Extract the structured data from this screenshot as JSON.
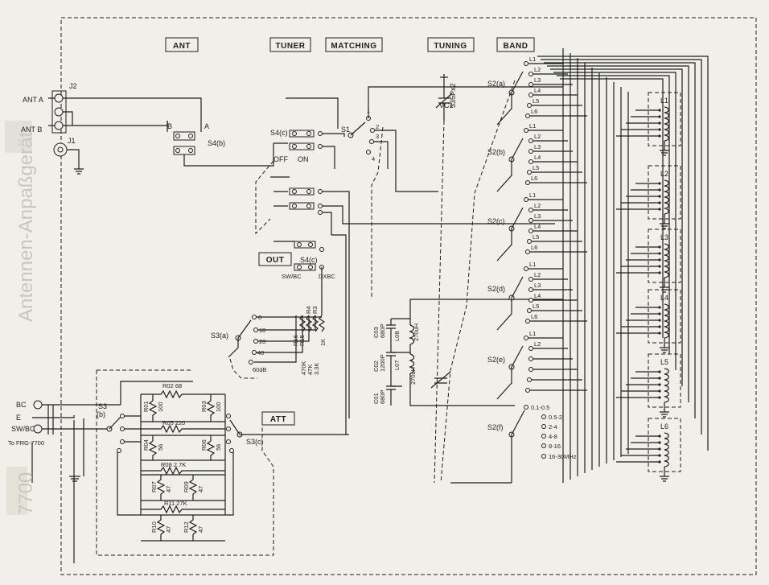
{
  "sections": {
    "ant": "ANT",
    "tuner": "TUNER",
    "matching": "MATCHING",
    "tuning": "TUNING",
    "band": "BAND",
    "out": "OUT",
    "att": "ATT"
  },
  "connectors": {
    "ant_a": "ANT A",
    "ant_b": "ANT B",
    "j1": "J1",
    "j2": "J2",
    "bc": "BC",
    "e": "E",
    "sw_bc": "SW/BC",
    "to_frg": "To FRG-7700"
  },
  "switches": {
    "s4b": "S4(b)",
    "s4c_top": "S4(c)",
    "s4c_out": "S4(c)",
    "s1": "S1",
    "s3a": "S3(a)",
    "s3b": "S3",
    "s3b_sub": "(b)",
    "s3c": "S3(c)",
    "s2a": "S2(a)",
    "s2b": "S2(b)",
    "s2c": "S2(c)",
    "s2d": "S2(d)",
    "s2e": "S2(e)",
    "s2f": "S2(f)",
    "off": "OFF",
    "on": "ON",
    "b": "B",
    "a": "A",
    "sw_bc_pos": "SW/BC",
    "dxbc_pos": "DXBC"
  },
  "s1_positions": [
    "1",
    "2",
    "3",
    "4"
  ],
  "att_positions": [
    "0",
    "10",
    "20",
    "40",
    "60dB"
  ],
  "att_resistors_top": [
    {
      "ref": "R3",
      "val": "1K"
    },
    {
      "ref": "R4",
      "val": "3.3K"
    },
    {
      "ref": "R15",
      "val": "47K"
    },
    {
      "ref": "R16",
      "val": "470K"
    }
  ],
  "att_network": {
    "r02": "R02 68",
    "r01_ref": "R01",
    "r01_val": "100",
    "r03_ref": "R03",
    "r03_val": "100",
    "r05": "R05 220",
    "r04_ref": "R04",
    "r04_val": "56",
    "r06_ref": "R06",
    "r06_val": "56",
    "r08": "R08 2.7K",
    "r07_ref": "R07",
    "r07_val": "47",
    "r09_ref": "R09",
    "r09_val": "47",
    "r11": "R11 27K",
    "r10_ref": "R10",
    "r10_val": "47",
    "r12_ref": "R12",
    "r12_val": "47"
  },
  "tuning": {
    "vc1_ref": "VC1",
    "vc1_val": "335Px2",
    "c03_ref": "C03",
    "c03_val": "680P",
    "c02_ref": "C02",
    "c02_val": "1200P",
    "c01_ref": "C01",
    "c01_val": "680P",
    "l08_ref": "L08",
    "l08_val": "270uH",
    "l07_ref": "L07",
    "l07_val": "270uH"
  },
  "band_taps": [
    "L1",
    "L2",
    "L3",
    "L4",
    "L5",
    "L6"
  ],
  "band_ranges": [
    "0.1-0.5",
    "0.5-2",
    "2-4",
    "4-8",
    "8-16",
    "16-30MHz"
  ],
  "coils": [
    "L1",
    "L2",
    "L3",
    "L4",
    "L5",
    "L6"
  ],
  "colors": {
    "ink": "#1e1e1e",
    "paper": "#f1efe9",
    "bleed": "#c9c6bd"
  }
}
